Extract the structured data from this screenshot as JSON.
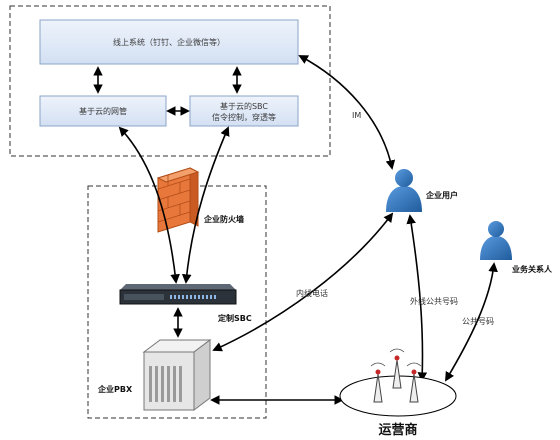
{
  "diagram": {
    "online_system": "线上系统（钉钉、企业微信等）",
    "cloud_mgmt": "基于云的网管",
    "cloud_sbc_line1": "基于云的SBC",
    "cloud_sbc_line2": "信令控制，穿透等",
    "firewall": "企业防火墙",
    "custom_sbc": "定制SBC",
    "enterprise_pbx": "企业PBX",
    "enterprise_user": "企业用户",
    "business_contact": "业务关系人",
    "carrier": "运营商",
    "im_label": "IM",
    "internal_call": "内线电话",
    "external_number": "外线公共号码",
    "public_number": "公共号码"
  },
  "colors": {
    "box_fill": "#dfe9f7",
    "box_stroke": "#8aa4c8",
    "firewall_fill": "#e8773c",
    "person_fill": "#2f74b5",
    "arrow": "#000000",
    "dashed": "#333333"
  }
}
